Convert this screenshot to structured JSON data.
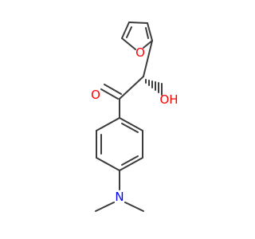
{
  "molecule": {
    "atoms": {
      "furan_oxygen": "O",
      "carbonyl_oxygen": "O",
      "hydroxyl": "OH",
      "nitrogen": "N"
    }
  },
  "colors": {
    "bond": "#3c3c3c",
    "oxygen": "#ff0000",
    "nitrogen": "#0000ff"
  }
}
